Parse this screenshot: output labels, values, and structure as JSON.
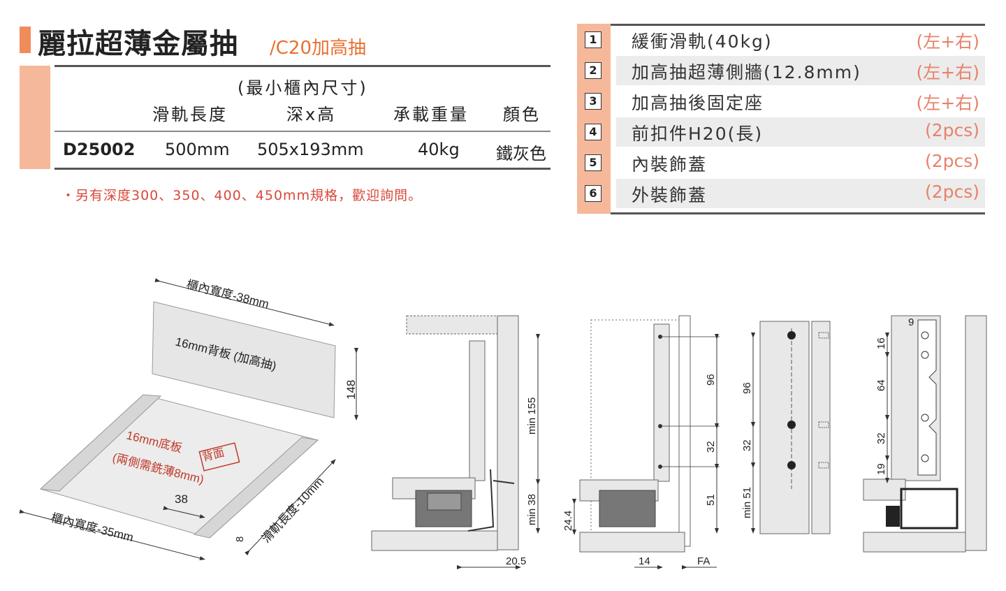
{
  "header": {
    "title": "麗拉超薄金屬抽",
    "subtitle": "/C20加高抽"
  },
  "spec": {
    "min_cabinet_label": "(最小櫃內尺寸)",
    "columns": [
      "滑軌長度",
      "深x高",
      "承載重量",
      "顏色"
    ],
    "row": {
      "model": "D25002",
      "length": "500mm",
      "depth_height": "505x193mm",
      "load": "40kg",
      "color": "鐵灰色"
    },
    "note": "・另有深度300、350、400、450mm規格，歡迎詢問。"
  },
  "parts": [
    {
      "num": "1",
      "name": "緩衝滑軌(40kg)",
      "qty": "(左+右)"
    },
    {
      "num": "2",
      "name": "加高抽超薄側牆(12.8mm)",
      "qty": "(左+右)"
    },
    {
      "num": "3",
      "name": "加高抽後固定座",
      "qty": "(左+右)"
    },
    {
      "num": "4",
      "name": "前扣件H20(長)",
      "qty": "(2pcs)"
    },
    {
      "num": "5",
      "name": "內裝飾蓋",
      "qty": "(2pcs)"
    },
    {
      "num": "6",
      "name": "外裝飾蓋",
      "qty": "(2pcs)"
    }
  ],
  "diagram": {
    "back_width": "櫃內寬度-38mm",
    "back_panel": "16mm背板 (加高抽)",
    "back_height": "148",
    "bottom_panel": "16mm底板",
    "bottom_back_tag": "背面",
    "bottom_note": "(兩側需銑薄8mm)",
    "dim_38": "38",
    "bottom_width": "櫃內寬度-35mm",
    "rail_length": "滑軌長度-10mm",
    "dim_8": "8",
    "min155": "min 155",
    "min38": "min 38",
    "dim_20_5": "20.5",
    "dim_24_4": "24.4",
    "dim_96": "96",
    "dim_32": "32",
    "dim_51": "51",
    "dim_14": "14",
    "dim_fa": "FA",
    "dim_96b": "96",
    "dim_32b": "32",
    "min51": "min 51",
    "dim_9": "9",
    "dim_16": "16",
    "dim_64": "64",
    "dim_32c": "32",
    "dim_19": "19"
  },
  "colors": {
    "accent": "#f08c5a",
    "accent_light": "#f5b89a",
    "note_red": "#d9473a",
    "qty": "#e8826a"
  }
}
